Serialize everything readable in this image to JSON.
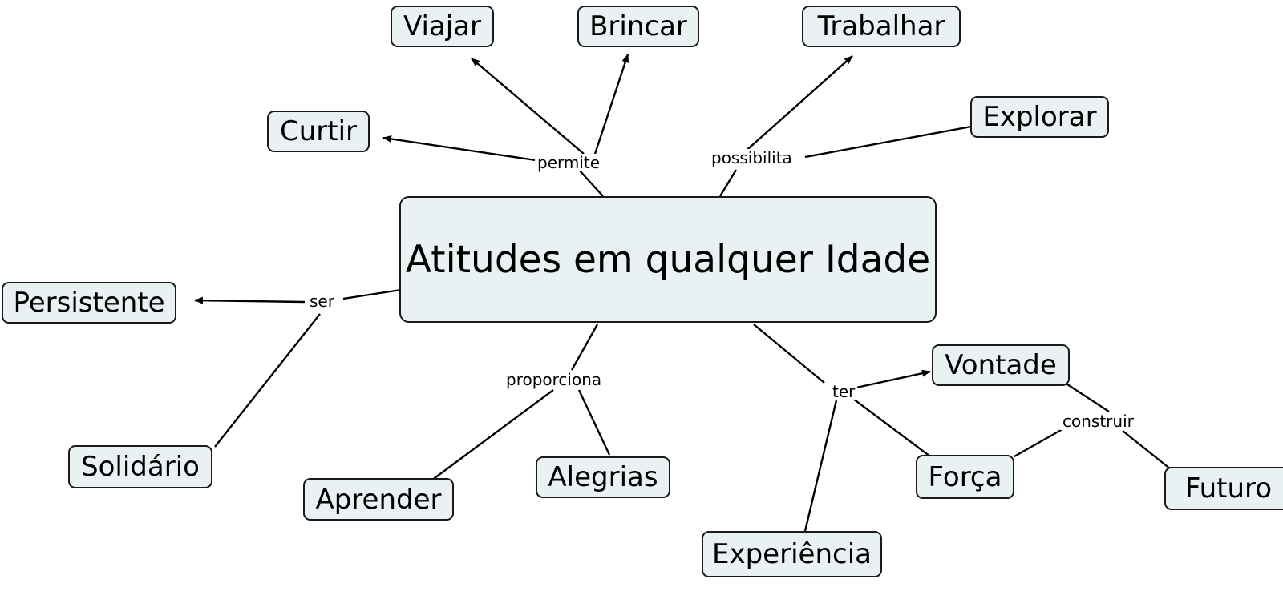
{
  "diagram": {
    "type": "mind-map",
    "title": "Atitudes em qualquer Idade",
    "background_color": "#ffffff",
    "node_fill_color": "#eaf1f3",
    "node_stroke_color": "#1a1a1a",
    "edge_color": "#000000"
  },
  "central_node": {
    "label": "Atitudes em qualquer Idade"
  },
  "edge_labels": [
    {
      "id": "permite",
      "label": "permite"
    },
    {
      "id": "possibilita",
      "label": "possibilita"
    },
    {
      "id": "ser",
      "label": "ser"
    },
    {
      "id": "proporciona",
      "label": "proporciona"
    },
    {
      "id": "ter",
      "label": "ter"
    },
    {
      "id": "construir",
      "label": "construir"
    }
  ],
  "nodes": [
    {
      "id": "viajar",
      "label": "Viajar"
    },
    {
      "id": "brincar",
      "label": "Brincar"
    },
    {
      "id": "trabalhar",
      "label": "Trabalhar"
    },
    {
      "id": "explorar",
      "label": "Explorar"
    },
    {
      "id": "curtir",
      "label": "Curtir"
    },
    {
      "id": "persistente",
      "label": "Persistente"
    },
    {
      "id": "solidario",
      "label": "Solidário"
    },
    {
      "id": "aprender",
      "label": "Aprender"
    },
    {
      "id": "alegrias",
      "label": "Alegrias"
    },
    {
      "id": "experiencia",
      "label": "Experiência"
    },
    {
      "id": "vontade",
      "label": "Vontade"
    },
    {
      "id": "forca",
      "label": "Força"
    },
    {
      "id": "futuro",
      "label": "Futuro"
    }
  ],
  "relations": [
    {
      "from": "Atitudes em qualquer Idade",
      "label": "permite",
      "to": "Viajar",
      "arrow": true
    },
    {
      "from": "Atitudes em qualquer Idade",
      "label": "permite",
      "to": "Brincar",
      "arrow": true
    },
    {
      "from": "Atitudes em qualquer Idade",
      "label": "permite",
      "to": "Curtir",
      "arrow": true
    },
    {
      "from": "Atitudes em qualquer Idade",
      "label": "possibilita",
      "to": "Trabalhar",
      "arrow": true
    },
    {
      "from": "Atitudes em qualquer Idade",
      "label": "possibilita",
      "to": "Explorar",
      "arrow": true
    },
    {
      "from": "Atitudes em qualquer Idade",
      "label": "ser",
      "to": "Persistente",
      "arrow": true
    },
    {
      "from": "Atitudes em qualquer Idade",
      "label": "ser",
      "to": "Solidário",
      "arrow": false
    },
    {
      "from": "Atitudes em qualquer Idade",
      "label": "proporciona",
      "to": "Aprender",
      "arrow": false
    },
    {
      "from": "Atitudes em qualquer Idade",
      "label": "proporciona",
      "to": "Alegrias",
      "arrow": false
    },
    {
      "from": "Atitudes em qualquer Idade",
      "label": "ter",
      "to": "Vontade",
      "arrow": true
    },
    {
      "from": "Atitudes em qualquer Idade",
      "label": "ter",
      "to": "Força",
      "arrow": false
    },
    {
      "from": "Atitudes em qualquer Idade",
      "label": "ter",
      "to": "Experiência",
      "arrow": false
    },
    {
      "from": "Vontade",
      "label": "construir",
      "to": "Futuro",
      "arrow": false
    },
    {
      "from": "Força",
      "label": "construir",
      "to": "Futuro",
      "arrow": false
    }
  ]
}
